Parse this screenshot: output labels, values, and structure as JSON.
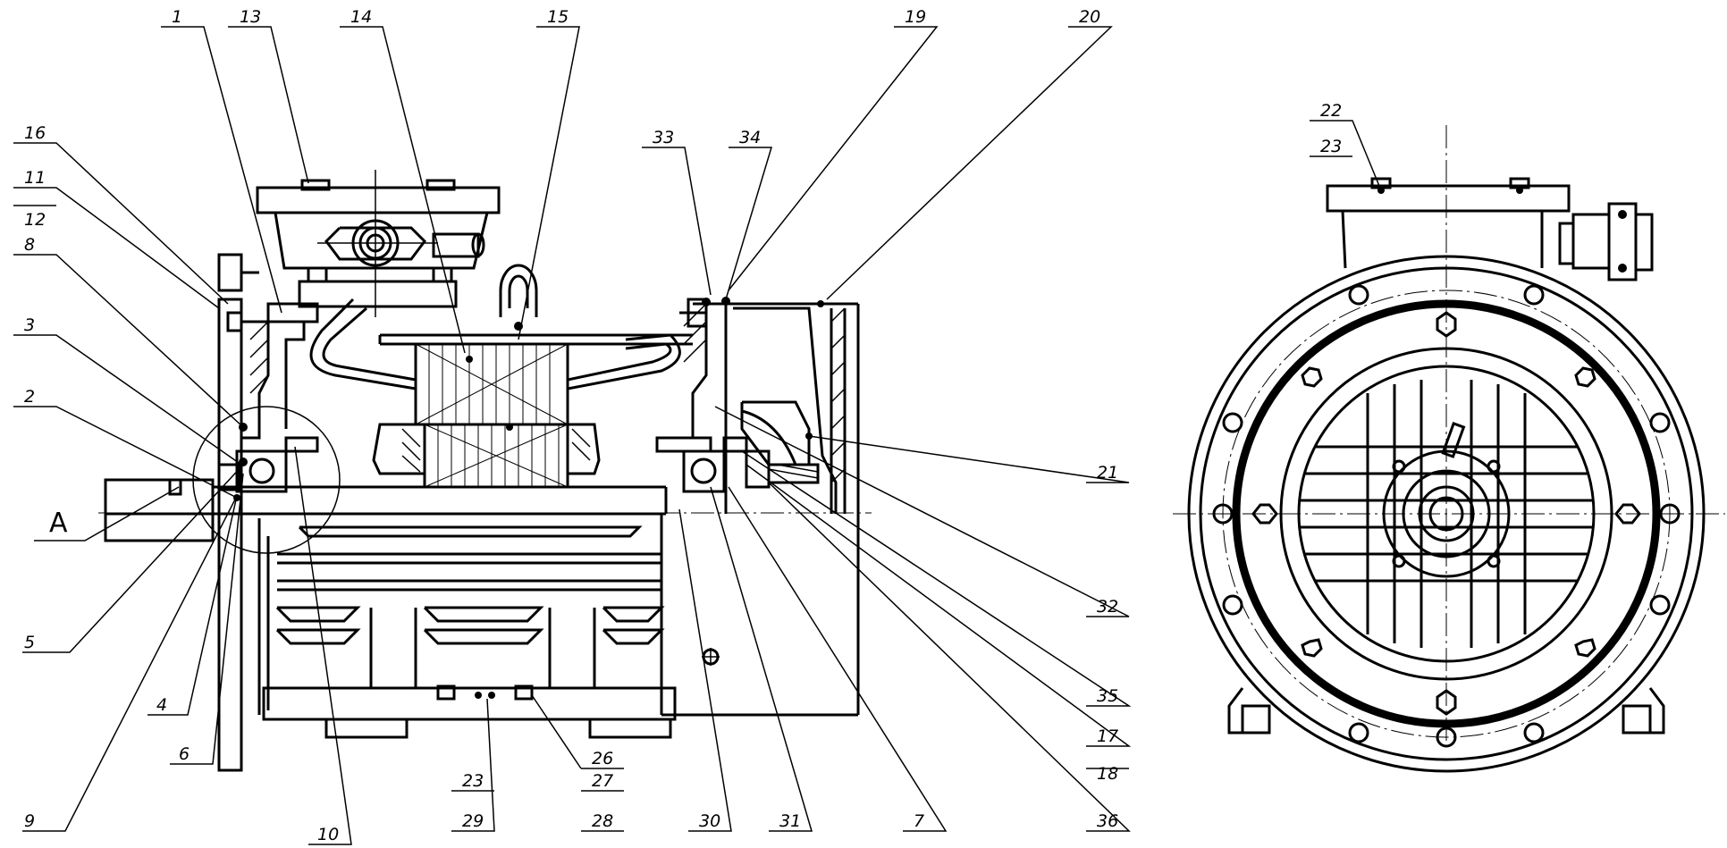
{
  "view_label": "A",
  "callouts": {
    "c1": "1",
    "c2": "2",
    "c3": "3",
    "c4": "4",
    "c5": "5",
    "c6": "6",
    "c7": "7",
    "c8": "8",
    "c9": "9",
    "c10": "10",
    "c11": "11",
    "c12": "12",
    "c13": "13",
    "c14": "14",
    "c15": "15",
    "c16": "16",
    "c17": "17",
    "c18": "18",
    "c19": "19",
    "c20": "20",
    "c21": "21",
    "c22": "22",
    "c23a": "23",
    "c23b": "23",
    "c26": "26",
    "c27": "27",
    "c28": "28",
    "c29": "29",
    "c30": "30",
    "c31": "31",
    "c32": "32",
    "c33": "33",
    "c34": "34",
    "c35": "35",
    "c36": "36"
  }
}
